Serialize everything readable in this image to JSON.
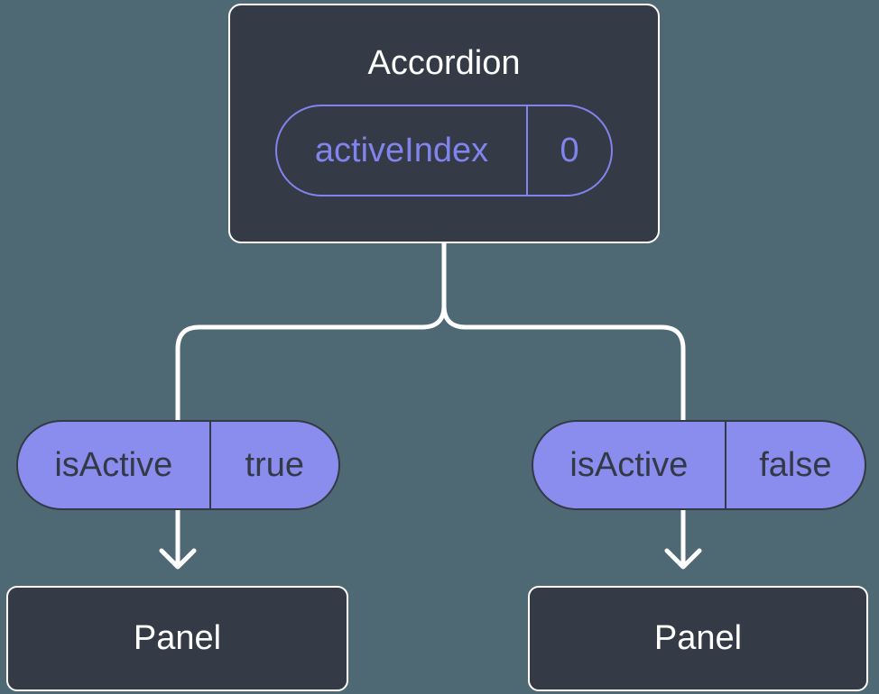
{
  "colors": {
    "canvas-bg": "#4E6973",
    "surface": "#343A46",
    "surface-border": "#FFFFFF",
    "pill-fill": "#8B8DEE",
    "accent-purple": "#8184EC",
    "pill-text-dark": "#333945",
    "connector": "#FFFFFF",
    "text-light": "#FFFFFF"
  },
  "tree": {
    "root": {
      "title": "Accordion",
      "state": {
        "name": "activeIndex",
        "value": "0"
      }
    },
    "children": [
      {
        "prop": {
          "name": "isActive",
          "value": "true"
        },
        "title": "Panel"
      },
      {
        "prop": {
          "name": "isActive",
          "value": "false"
        },
        "title": "Panel"
      }
    ]
  }
}
